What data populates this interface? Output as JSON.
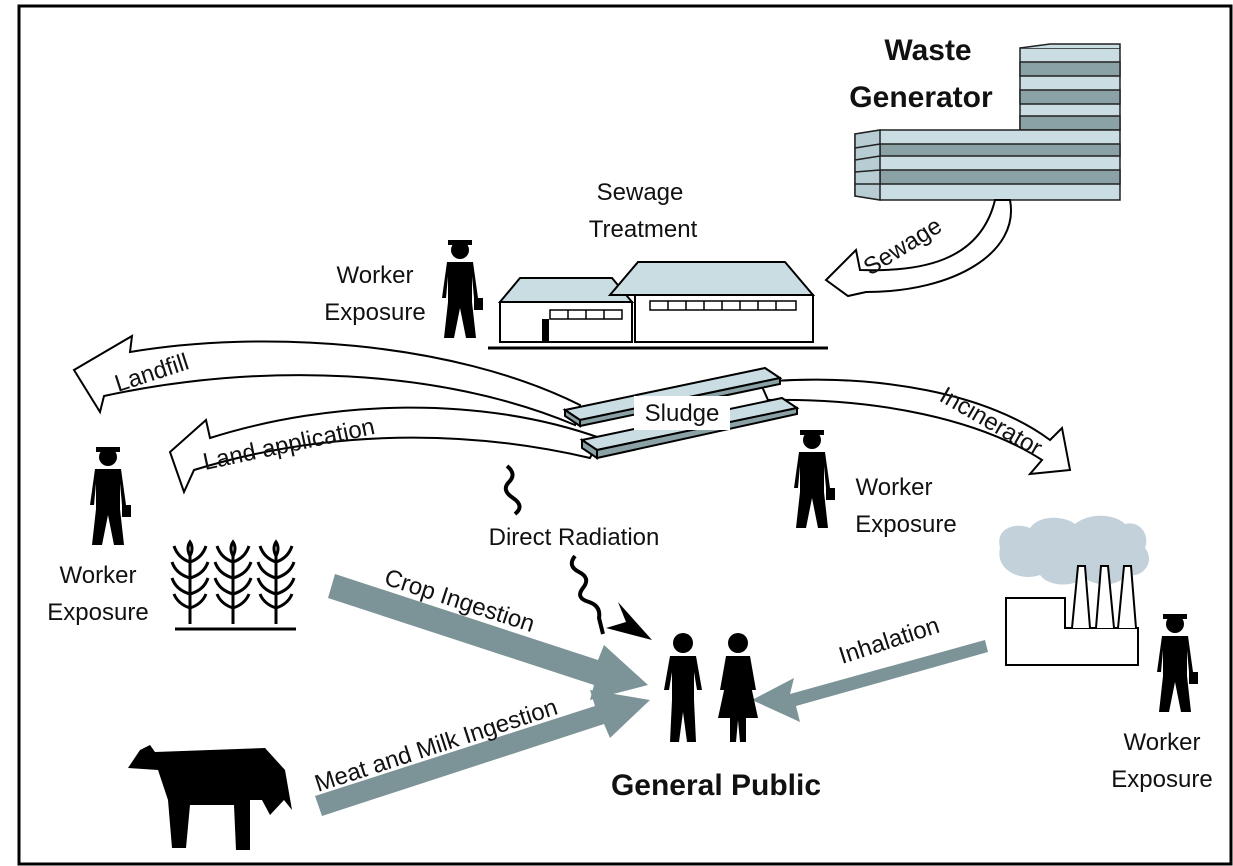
{
  "diagram": {
    "nodes": {
      "waste_generator": [
        "Waste",
        "Generator"
      ],
      "sewage_treatment": [
        "Sewage",
        "Treatment"
      ],
      "sludge": "Sludge",
      "general_public": "General Public",
      "worker_exposure": [
        "Worker",
        "Exposure"
      ]
    },
    "pathways": {
      "sewage": "Sewage",
      "landfill": "Landfill",
      "land_application": "Land application",
      "incinerator": "Incinerator",
      "direct_radiation": "Direct Radiation",
      "crop_ingestion": "Crop Ingestion",
      "meat_milk_ingestion": "Meat and Milk Ingestion",
      "inhalation": "Inhalation"
    },
    "colors": {
      "building_light": "#c9dde3",
      "building_dark": "#8aa1a5",
      "arrow_gray": "#7c9497",
      "smoke": "#c3d1da",
      "silhouette": "#000000"
    }
  }
}
